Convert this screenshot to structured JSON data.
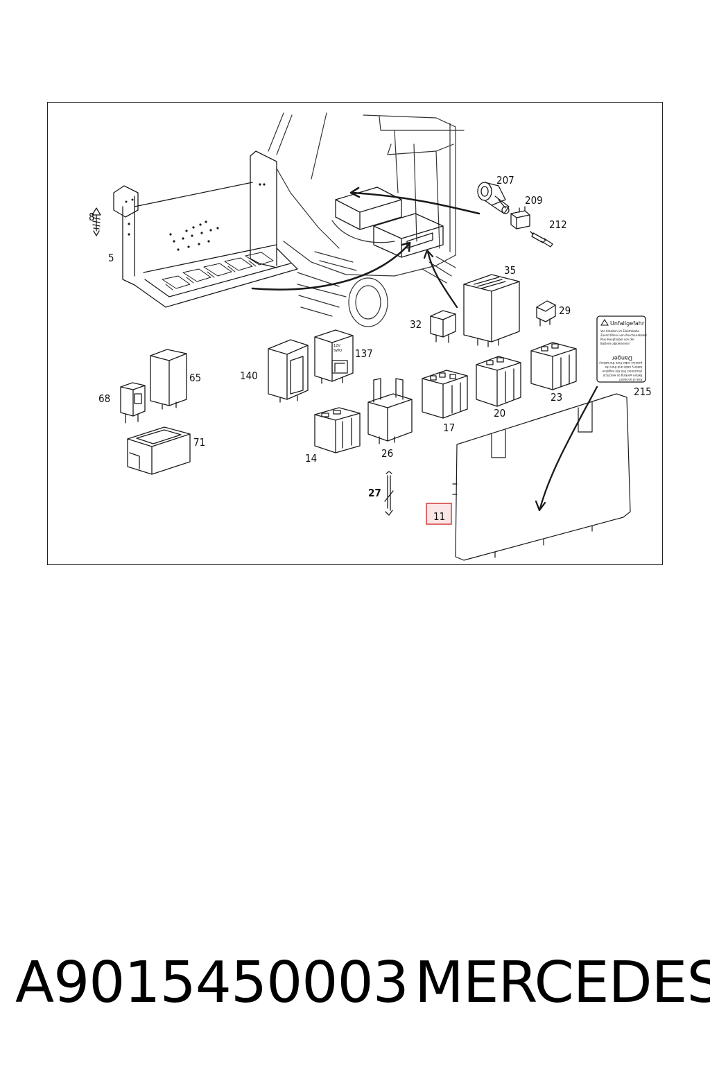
{
  "diagram": {
    "callouts": {
      "c207": "207",
      "c209": "209",
      "c212": "212",
      "c8": "8",
      "c5": "5",
      "c35": "35",
      "c29": "29",
      "c32": "32",
      "c137": "137",
      "c140": "140",
      "c65": "65",
      "c68": "68",
      "c71": "71",
      "c14": "14",
      "c26": "26",
      "c17": "17",
      "c20": "20",
      "c23": "23",
      "c215": "215",
      "c27": "27",
      "c11": "11"
    },
    "relay_label": {
      "line1": "12V",
      "line2": "SWO"
    },
    "warning_label": {
      "title": "Unfallgefahr",
      "line1": "Vor Arbeiten im Elektrokabe",
      "line2": "Zuerst Minus von Anschlusskabel",
      "line3": "Plus-Hauptkabel von der",
      "line4": "Batterie abklemmen!",
      "line5": "Risk of accident!",
      "line6": "Before working on electrical",
      "line7": "disconnect first the negative",
      "line8": "battery cable and then the",
      "line9": "positive cable from the battery",
      "footer": "Danger"
    },
    "highlighted_callout": "11"
  },
  "caption": {
    "part_number": "A9015450003",
    "brand": "MERCEDES"
  }
}
